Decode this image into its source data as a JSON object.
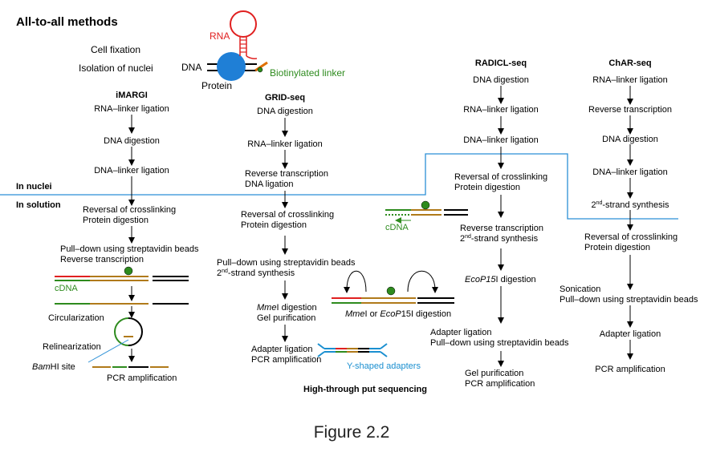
{
  "title": "All-to-all methods",
  "caption": "Figure 2.2",
  "top": {
    "rna": "RNA",
    "dna": "DNA",
    "protein": "Protein",
    "linker": "Biotinylated linker",
    "cell_fixation": "Cell fixation",
    "isolation": "Isolation of nuclei"
  },
  "regions": {
    "nuclei": "In nuclei",
    "solution": "In solution"
  },
  "imargi": {
    "header": "iMARGI",
    "s1": "RNA–linker ligation",
    "s2": "DNA digestion",
    "s3": "DNA–linker ligation",
    "s4a": "Reversal of crosslinking",
    "s4b": "Protein digestion",
    "s5a": "Pull–down using streptavidin beads",
    "s5b": "Reverse transcription",
    "cdna": "cDNA",
    "circ": "Circularization",
    "relin": "Relinearization",
    "bam_italic": "Bam",
    "bam_rest": "HI site",
    "pcr": "PCR amplification"
  },
  "gridseq": {
    "header": "GRID-seq",
    "s1": "DNA digestion",
    "s2": "RNA–linker ligation",
    "s3a": "Reverse transcription",
    "s3b": "DNA ligation",
    "s4a": "Reversal of crosslinking",
    "s4b": "Protein digestion",
    "s5a": "Pull–down using streptavidin beads",
    "s5b_pre": "2",
    "s5b_sup": "nd",
    "s5b_post": "-strand synthesis",
    "s6a_italic": "Mme",
    "s6a_rest": "I digestion",
    "s6b": "Gel purification",
    "s7a": "Adapter ligation",
    "s7b": "PCR amplification"
  },
  "middle": {
    "cdna": "cDNA",
    "mme_italic": "Mme",
    "mme_or": "I or ",
    "eco_italic": "EcoP",
    "eco_rest": "15I digestion",
    "yshaped": "Y-shaped adapters",
    "hts": "High-through put sequencing"
  },
  "radicl": {
    "header": "RADICL-seq",
    "s1": "DNA digestion",
    "s2": "RNA–linker ligation",
    "s3": "DNA–linker ligation",
    "s4a": "Reversal of crosslinking",
    "s4b": "Protein digestion",
    "s5a": "Reverse transcription",
    "s5b_pre": "2",
    "s5b_sup": "nd",
    "s5b_post": "-strand synthesis",
    "s6_italic": "EcoP15",
    "s6_rest": "I digestion",
    "s7a": "Adapter ligation",
    "s7b": "Pull–down using streptavidin beads",
    "s8a": "Gel purification",
    "s8b": "PCR amplification"
  },
  "charseq": {
    "header": "ChAR-seq",
    "s1": "RNA–linker ligation",
    "s2": "Reverse transcription",
    "s3": "DNA digestion",
    "s4": "DNA–linker ligation",
    "s5_pre": "2",
    "s5_sup": "nd",
    "s5_post": "-strand synthesis",
    "s6a": "Reversal of crosslinking",
    "s6b": "Protein digestion",
    "s7a": "Sonication",
    "s7b": "Pull–down using streptavidin beads",
    "s8": "Adapter ligation",
    "s9": "PCR amplification"
  },
  "colors": {
    "rna": "#e02020",
    "dna": "#000000",
    "protein": "#1f7fd6",
    "linker_bar": "#b07a1a",
    "cdna": "#2e8b1e",
    "bead": "#2e8b1e",
    "boundary": "#2b8fd6",
    "adapter": "#1a8fd0",
    "linker_stripe": "#e07000"
  }
}
